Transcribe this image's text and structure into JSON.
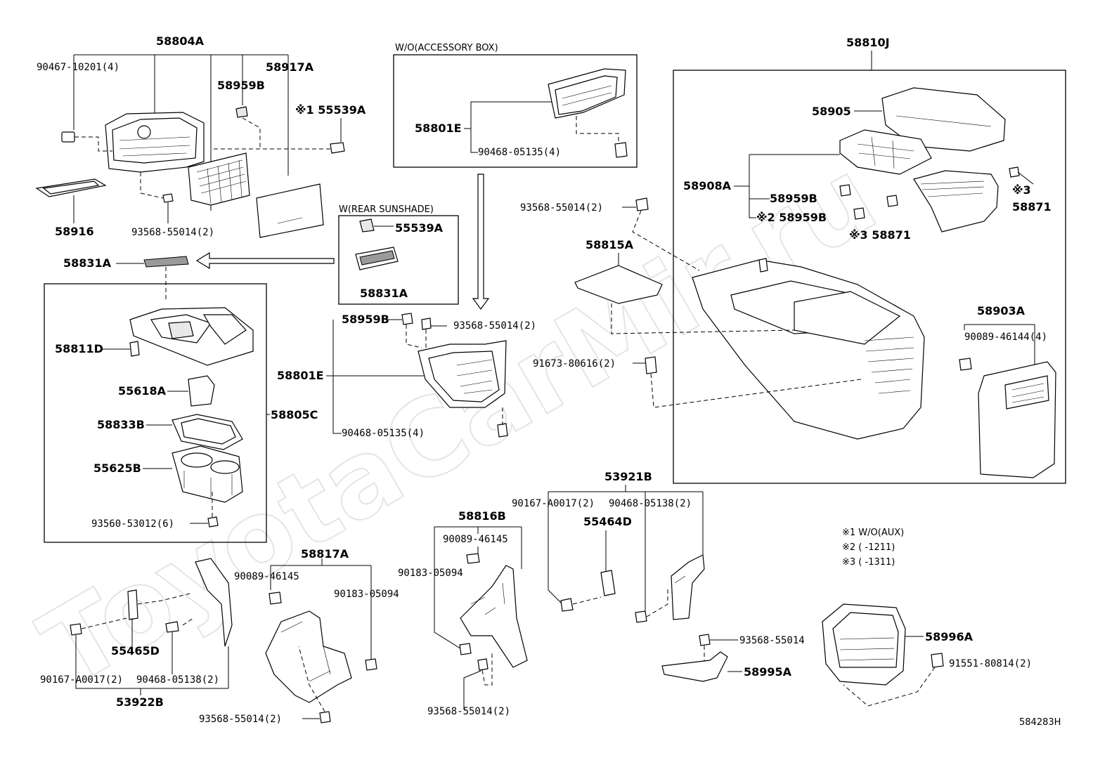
{
  "watermark": "ToyotaCarMir.ru",
  "diagram_id": "584283H",
  "boxes": {
    "wo_accessory_box": "W/O(ACCESSORY BOX)",
    "w_rear_sunshade": "W(REAR SUNSHADE)"
  },
  "notes": {
    "n1": "※1 W/O(AUX)",
    "n2": "※2 (     -1211)",
    "n3": "※3 (     -1311)"
  },
  "labels": {
    "p58804A": "58804A",
    "p90467": "90467-10201(4)",
    "p58917A": "58917A",
    "p58959B_a": "58959B",
    "p55539A_a": "※1 55539A",
    "p58916": "58916",
    "p93568_a": "93568-55014(2)",
    "p58831A_a": "58831A",
    "p55539A_b": "55539A",
    "p58831A_b": "58831A",
    "p58811D": "58811D",
    "p55618A": "55618A",
    "p58833B": "58833B",
    "p55625B": "55625B",
    "p93560": "93560-53012(6)",
    "p58805C": "58805C",
    "p58801E_a": "58801E",
    "p90468_a": "90468-05135(4)",
    "p58959B_b": "58959B",
    "p93568_b": "93568-55014(2)",
    "p58801E_b": "58801E",
    "p90468_b": "90468-05135(4)",
    "p58810J": "58810J",
    "p58905": "58905",
    "p58908A": "58908A",
    "p58959B_c": "58959B",
    "p58959B_d": "※2 58959B",
    "p58871_a": "※3 58871",
    "p58871_b": "58871",
    "p58871_note": "※3",
    "p93568_c": "93568-55014(2)",
    "p58815A": "58815A",
    "p91673": "91673-80616(2)",
    "p58903A": "58903A",
    "p90089_a": "90089-46144(4)",
    "p53921B": "53921B",
    "p90167_a": "90167-A0017(2)",
    "p90468_c": "90468-05138(2)",
    "p55464D": "55464D",
    "p58816B": "58816B",
    "p90089_b": "90089-46145",
    "p90183_a": "90183-05094",
    "p93568_d": "93568-55014(2)",
    "p58817A": "58817A",
    "p90089_c": "90089-46145",
    "p90183_b": "90183-05094",
    "p93568_e": "93568-55014(2)",
    "p55465D": "55465D",
    "p90167_b": "90167-A0017(2)",
    "p90468_d": "90468-05138(2)",
    "p53922B": "53922B",
    "p93568_f": "93568-55014",
    "p58995A": "58995A",
    "p58996A": "58996A",
    "p91551": "91551-80814(2)"
  }
}
